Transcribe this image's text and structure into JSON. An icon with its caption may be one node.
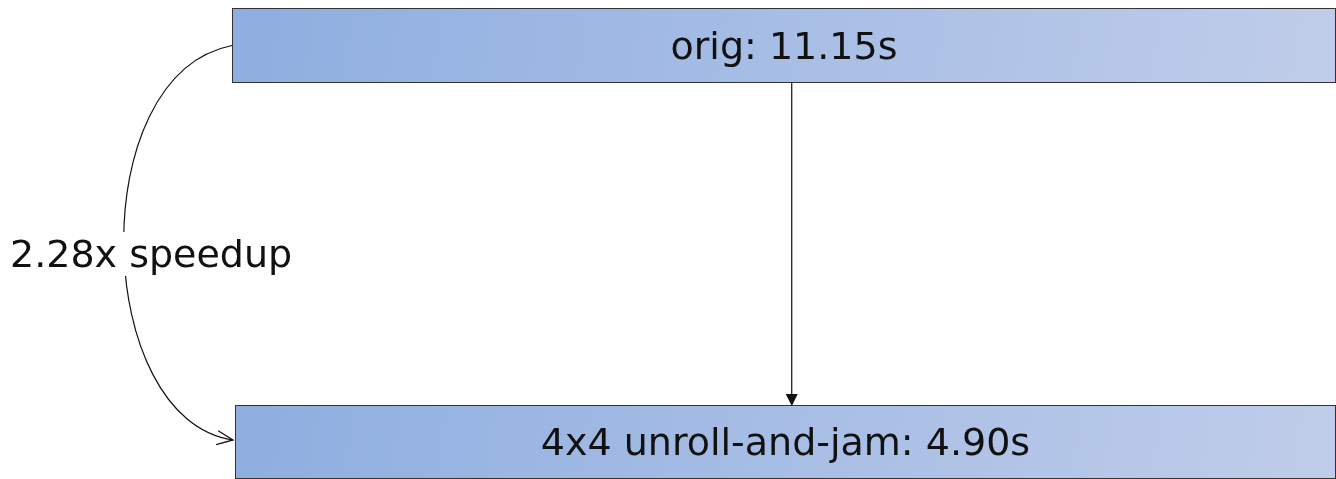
{
  "diagram": {
    "nodes": [
      {
        "text": [
          "orig: 11.15s"
        ]
      },
      {
        "text": [
          "4x4 unroll-and-jam: 4.90s"
        ]
      }
    ],
    "edges": [
      {
        "from": 0,
        "to": 1,
        "arrow": "to"
      },
      {
        "from": 0,
        "to": 1,
        "arrow": "to",
        "label": "2.28x speedup"
      }
    ]
  }
}
